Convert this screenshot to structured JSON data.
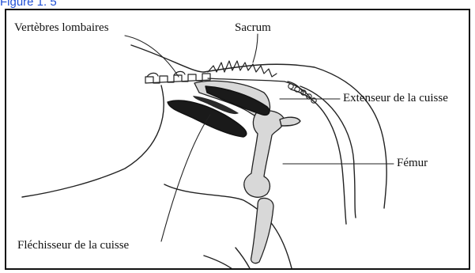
{
  "caption": "Figure 1. 5",
  "labels": {
    "lumbar": "Vertèbres lombaires",
    "sacrum": "Sacrum",
    "extensor": "Extenseur de la cuisse",
    "femur": "Fémur",
    "flexor": "Fléchisseur de la cuisse"
  }
}
